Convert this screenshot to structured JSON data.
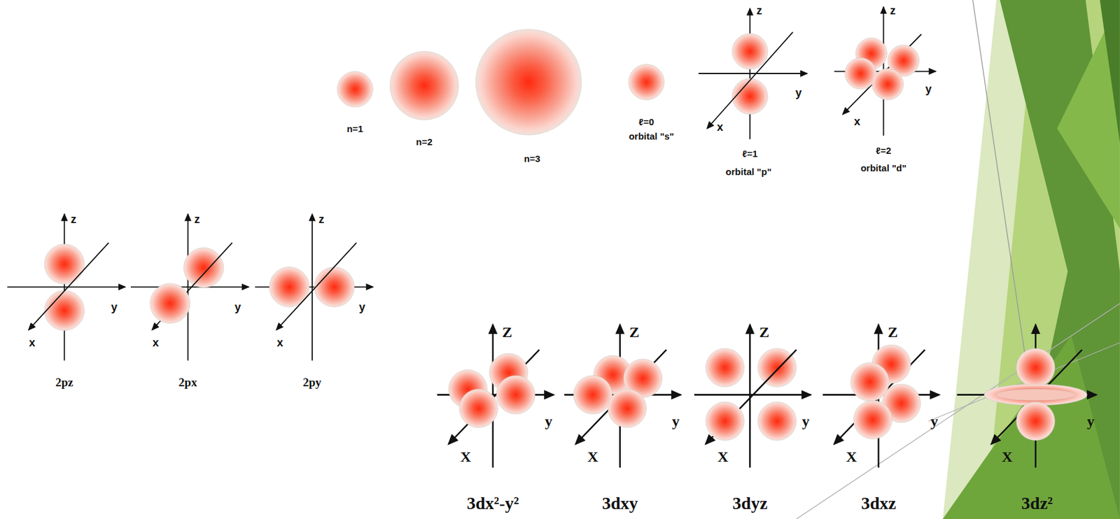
{
  "diagram": {
    "labels": [
      "n=1",
      "n=2",
      "n=3",
      "ℓ=0",
      "orbital \"s\"",
      "z",
      "y",
      "x",
      "ℓ=1",
      "orbital \"p\"",
      "z",
      "y",
      "x",
      "ℓ=2",
      "orbital \"d\"",
      "z",
      "y",
      "x",
      "2pz",
      "z",
      "y",
      "x",
      "2px",
      "z",
      "y",
      "x",
      "2py",
      "Z",
      "y",
      "X",
      "3dx²-y²",
      "Z",
      "y",
      "X",
      "3dxy",
      "Z",
      "y",
      "X",
      "3dyz",
      "Z",
      "y",
      "X",
      "3dxz",
      "y",
      "X",
      "3dz²"
    ]
  }
}
